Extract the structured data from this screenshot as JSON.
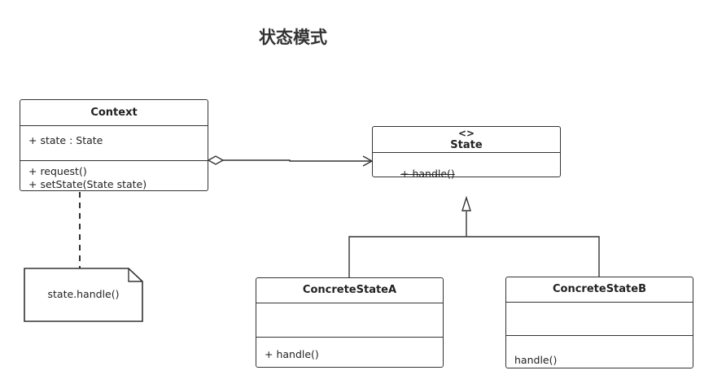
{
  "diagram": {
    "title": "状态模式",
    "context": {
      "name": "Context",
      "attributes": [
        "+ state : State"
      ],
      "operations": [
        "+ request()",
        "+ setState(State state)"
      ]
    },
    "state": {
      "stereotype": "<>",
      "name": "State",
      "operations": [
        "+  handle()"
      ]
    },
    "concrete_a": {
      "name": "ConcreteStateA",
      "operations": [
        "+ handle()"
      ]
    },
    "concrete_b": {
      "name": "ConcreteStateB",
      "operations": [
        "handle()"
      ]
    },
    "note": {
      "text": "state.handle()"
    }
  }
}
